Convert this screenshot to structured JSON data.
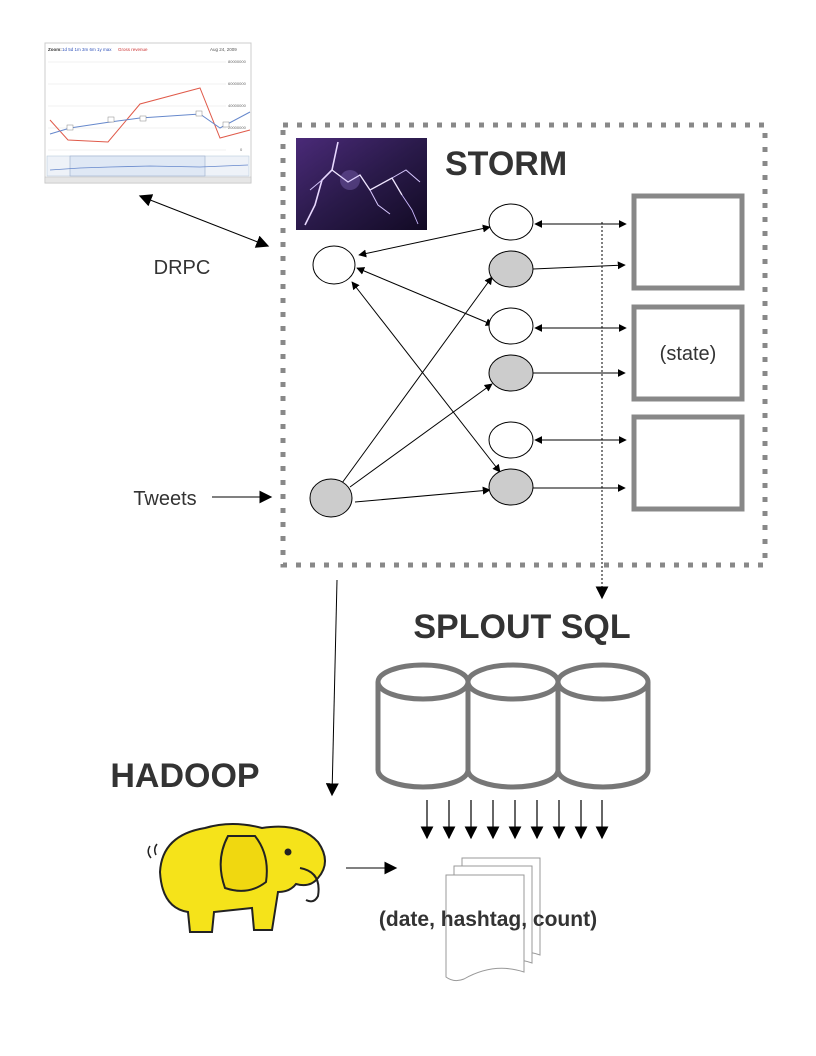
{
  "labels": {
    "storm": "STORM",
    "splout": "SPLOUT SQL",
    "hadoop": "HADOOP",
    "drpc": "DRPC",
    "tweets": "Tweets",
    "state": "(state)",
    "output": "(date, hashtag, count)"
  },
  "thumbnail": {
    "zoom_label": "Zoom:",
    "zoom_options": "1d 5d 1m 3m 6m 1y max",
    "legend": "Gross revenue",
    "date": "Aug 24, 2009",
    "y_ticks": [
      "80000000",
      "60000000",
      "40000000",
      "20000000",
      "0"
    ]
  },
  "colors": {
    "dotted_border": "#888888",
    "state_box_border": "#888888",
    "gray_node": "#cccccc",
    "cylinder_stroke": "#777777",
    "elephant": "#f5e31a",
    "elephant_outline": "#222222",
    "lightning_sky": "#2a1a4a",
    "text": "#333333"
  }
}
